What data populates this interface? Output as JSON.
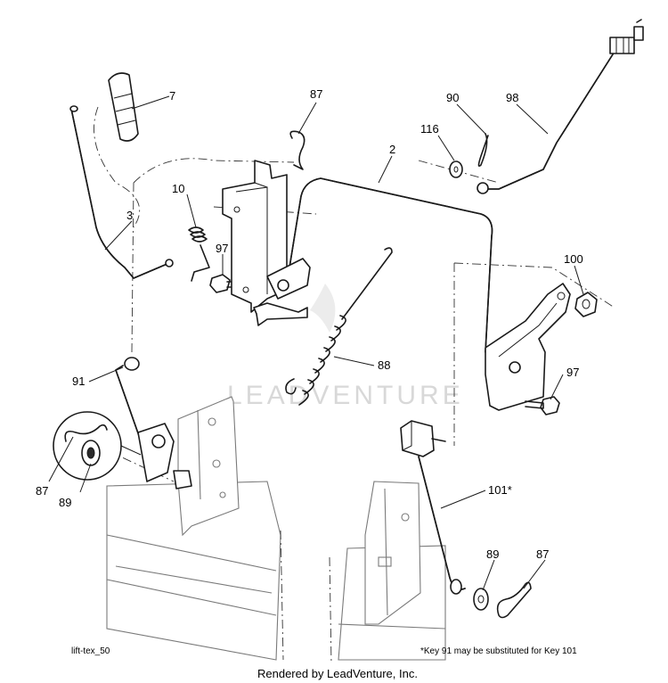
{
  "callouts": {
    "c7": "7",
    "c87_top": "87",
    "c90": "90",
    "c98": "98",
    "c116": "116",
    "c2": "2",
    "c10": "10",
    "c3": "3",
    "c97_left": "97",
    "c100": "100",
    "c88": "88",
    "c91": "91",
    "c97_right": "97",
    "c87_left": "87",
    "c89_left": "89",
    "c101": "101*",
    "c89_right": "89",
    "c87_right": "87"
  },
  "footnote_left": "lift-tex_50",
  "footnote_right": "*Key 91 may be substituted for Key 101",
  "footer": "Rendered by LeadVenture, Inc.",
  "watermark": "LEADVENTURE"
}
